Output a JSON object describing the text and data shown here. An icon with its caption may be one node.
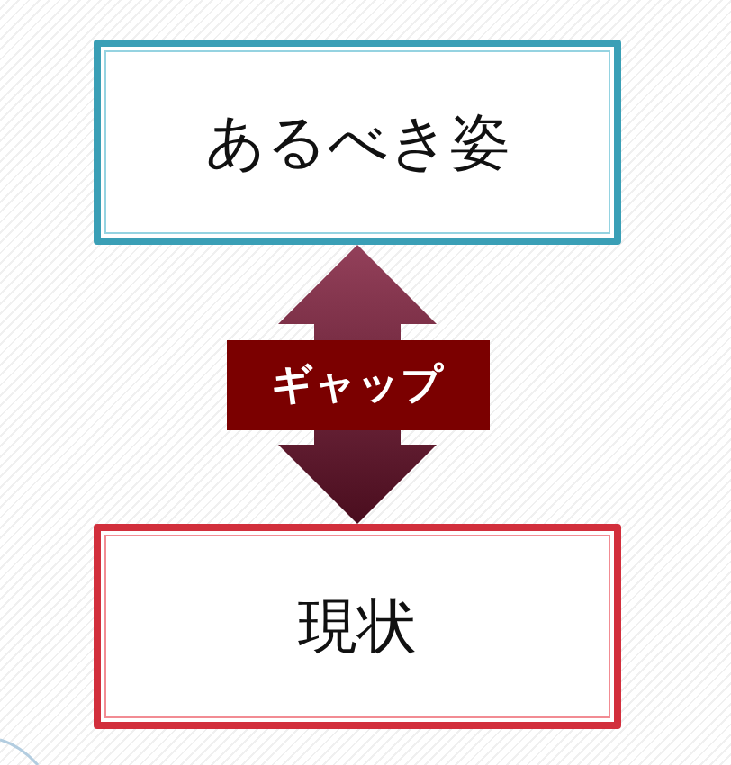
{
  "diagram": {
    "nodes": [
      {
        "text": [
          "あるべき姿"
        ]
      },
      {
        "text": [
          "現状"
        ]
      }
    ],
    "edges": [
      {
        "from": 1,
        "to": 0,
        "arrow": "both",
        "label": "ギャップ"
      }
    ]
  }
}
